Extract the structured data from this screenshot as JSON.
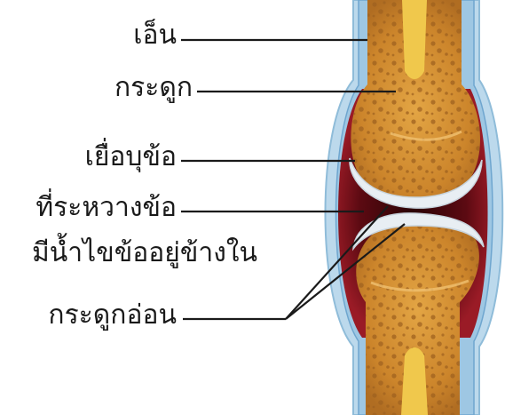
{
  "labels": {
    "tendon": "เอ็น",
    "bone": "กระดูก",
    "synovial_membrane": "เยื่อบุข้อ",
    "joint_space_line1": "ที่ระหวางข้อ",
    "joint_space_line2": "มีน้ำไขข้ออยู่ข้างใน",
    "cartilage": "กระดูกอ่อน"
  },
  "colors": {
    "skin_outer": "#bcd9ec",
    "capsule_inner": "#7fb3d6",
    "synovial_red": "#8a1420",
    "synovial_dark": "#3a0508",
    "bone": "#cf8a2e",
    "bone_highlight": "#e8ad4a",
    "marrow": "#f1c84f",
    "bone_dots": "#a56622",
    "cartilage": "#e9eef2",
    "leader_line": "#1a1a1a"
  }
}
